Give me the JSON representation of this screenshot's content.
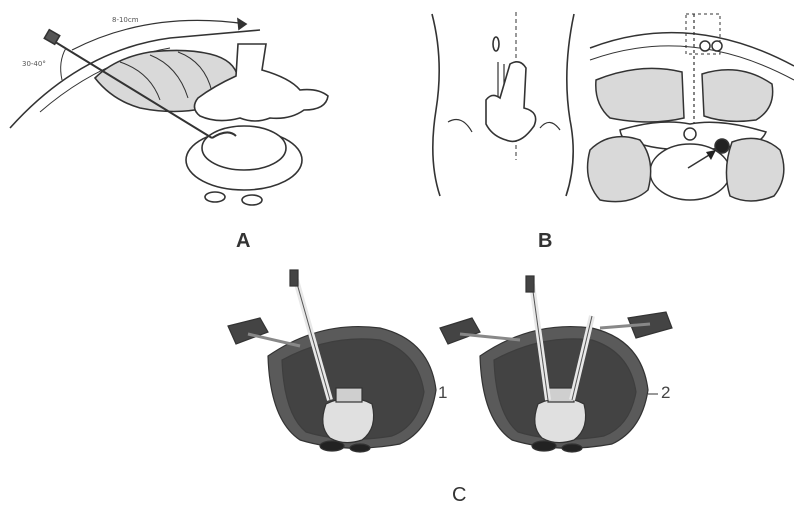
{
  "colors": {
    "ink": "#333333",
    "muscle_fill": "#d9d9d9",
    "dark_tissue": "#3a3a3a",
    "background": "#ffffff"
  },
  "panels": {
    "a": {
      "label": "A",
      "distance_text": "8-10cm",
      "angle_text": "30-40°"
    },
    "b": {
      "label": "B"
    },
    "c": {
      "label": "C",
      "left_number": "1",
      "right_number": "2"
    }
  }
}
